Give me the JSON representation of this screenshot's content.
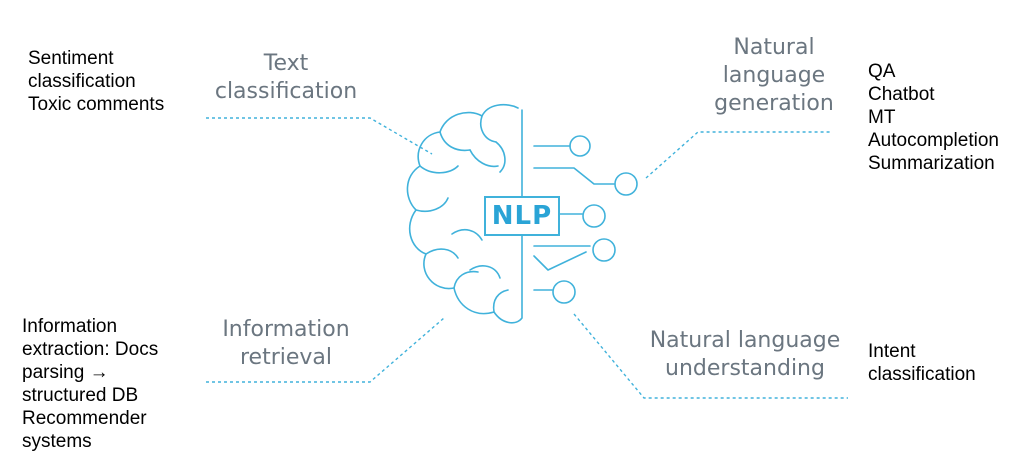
{
  "center_label": "NLP",
  "colors": {
    "accent": "#40b2db",
    "category_text": "#6b7680",
    "note_text": "#000000"
  },
  "categories": {
    "text_classification": [
      "Text",
      "classification"
    ],
    "nlg": [
      "Natural",
      "language",
      "generation"
    ],
    "information_retrieval": [
      "Information",
      "retrieval"
    ],
    "nlu": [
      "Natural language",
      "understanding"
    ]
  },
  "notes": {
    "top_left": [
      "Sentiment",
      "classification",
      "Toxic comments"
    ],
    "top_right": [
      "QA",
      "Chatbot",
      "MT",
      "Autocompletion",
      "Summarization"
    ],
    "bottom_left": [
      "Information",
      "extraction: Docs",
      "parsing →",
      "structured DB",
      "Recommender",
      "systems"
    ],
    "bottom_right": [
      "Intent",
      "classification"
    ]
  }
}
